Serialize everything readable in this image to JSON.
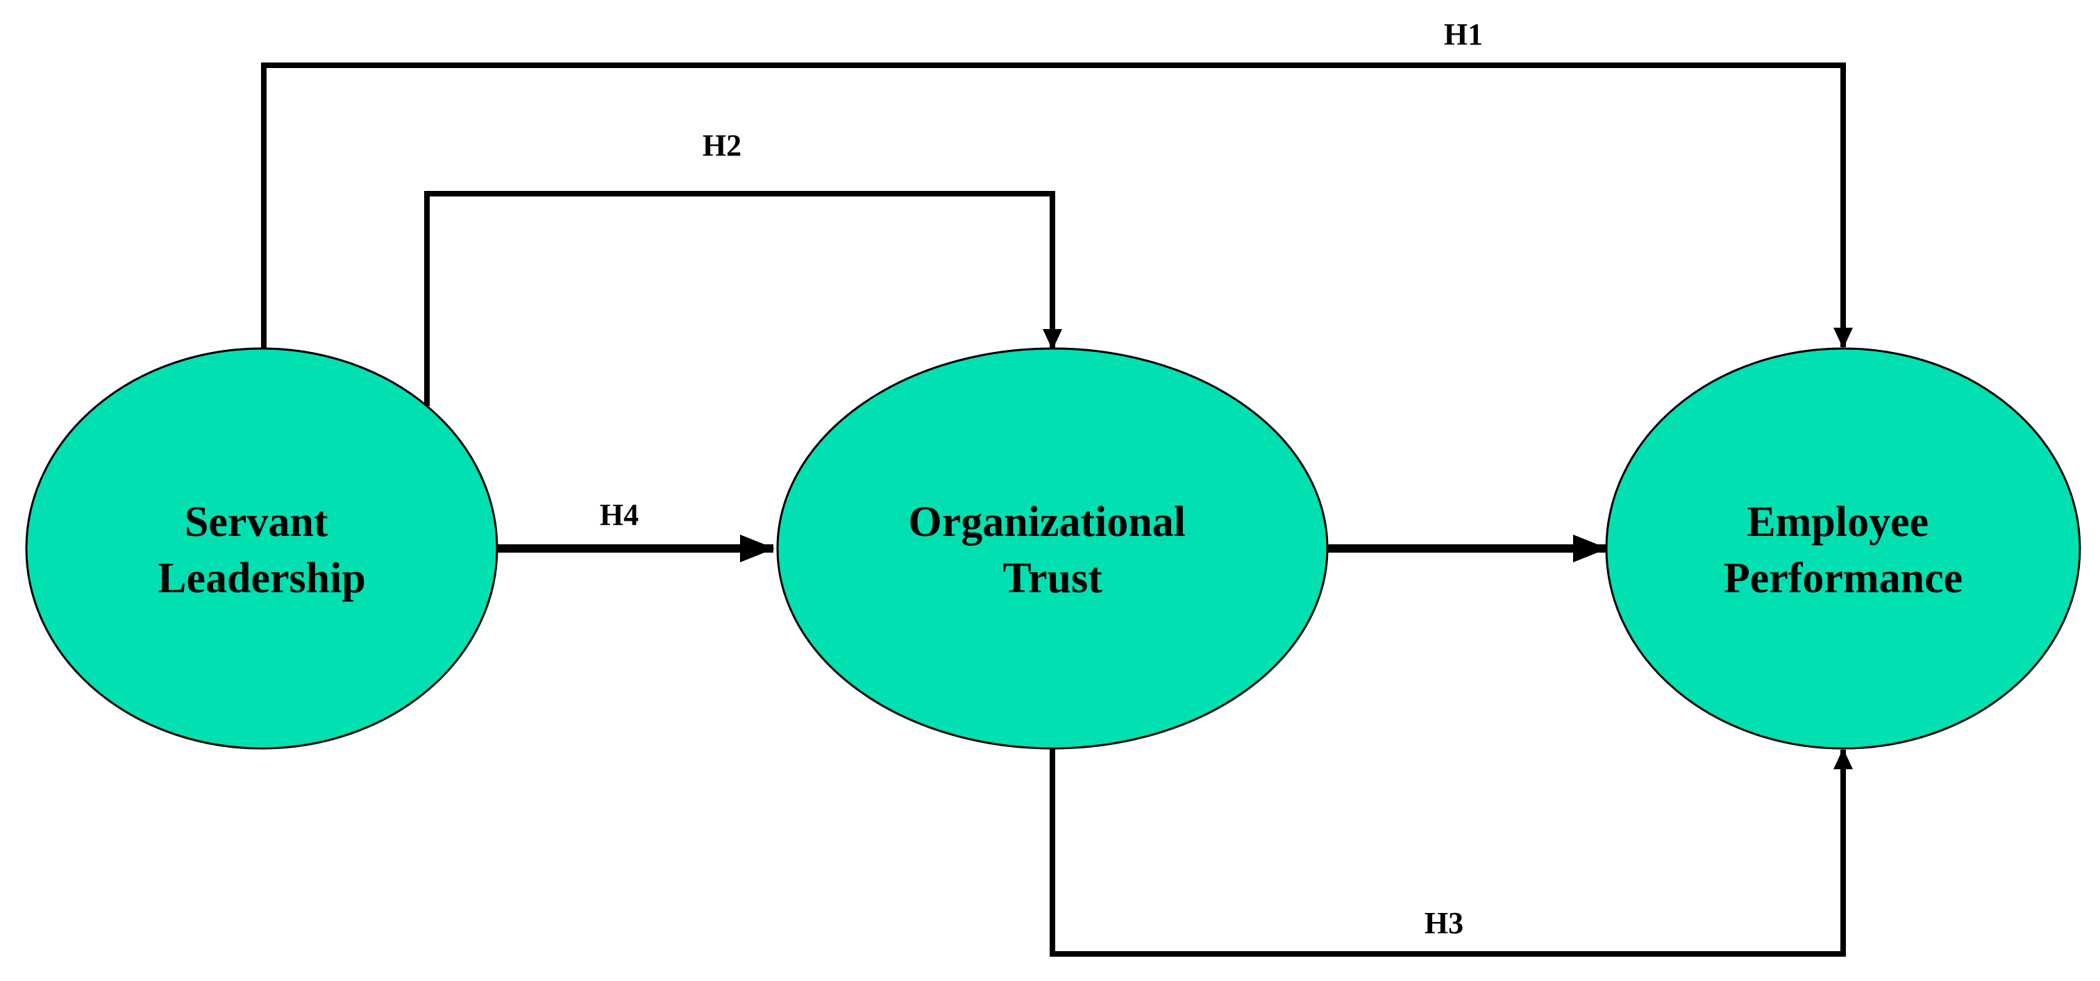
{
  "colors": {
    "node_fill": "#00e0b0",
    "line": "#000000"
  },
  "nodes": {
    "servant_leadership": {
      "line1": "Servant",
      "line2": "Leadership"
    },
    "organizational_trust": {
      "line1": "Organizational",
      "line2": "Trust"
    },
    "employee_performance": {
      "line1": "Employee",
      "line2": "Performance"
    }
  },
  "edges": {
    "h1": {
      "label": "H1",
      "from": "Servant Leadership",
      "to": "Employee Performance"
    },
    "h2": {
      "label": "H2",
      "from": "Servant Leadership",
      "to": "Organizational Trust"
    },
    "h3": {
      "label": "H3",
      "from": "Organizational Trust",
      "to": "Employee Performance"
    },
    "h4": {
      "label": "H4",
      "from": "Servant Leadership",
      "to": "Organizational Trust"
    },
    "trust_to_performance": {
      "from": "Organizational Trust",
      "to": "Employee Performance"
    }
  }
}
